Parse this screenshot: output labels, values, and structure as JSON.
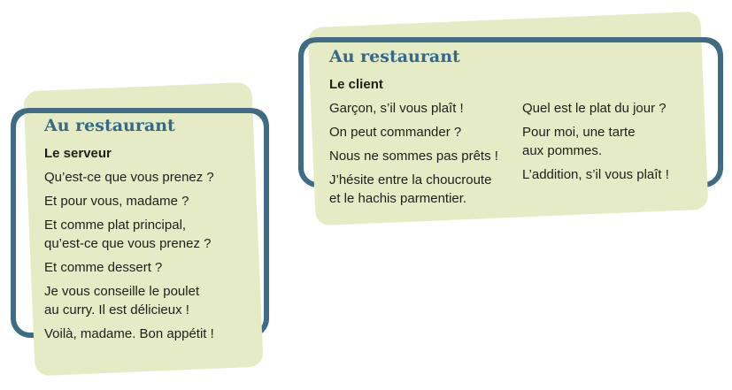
{
  "colors": {
    "background": "#ffffff",
    "paper_green": "#e5ebc4",
    "frame_blue": "#3e6c84",
    "heading_blue": "#35698a",
    "text_dark": "#1e1e1c"
  },
  "cards": [
    {
      "title": "Au restaurant",
      "speaker": "Le serveur",
      "columns": [
        {
          "paragraphs": [
            [
              "Qu’est-ce que vous prenez ?"
            ],
            [
              "Et pour vous, madame ?"
            ],
            [
              "Et comme plat principal,",
              "qu’est-ce que vous prenez ?"
            ],
            [
              "Et comme dessert ?"
            ],
            [
              "Je vous conseille le poulet",
              "au curry. Il est délicieux !"
            ],
            [
              "Voilà, madame. Bon appétit !"
            ]
          ]
        }
      ]
    },
    {
      "title": "Au restaurant",
      "speaker": "Le client",
      "columns": [
        {
          "paragraphs": [
            [
              "Garçon, s’il vous plaît !"
            ],
            [
              "On peut commander ?"
            ],
            [
              "Nous ne sommes pas prêts !"
            ],
            [
              "J’hésite entre la choucroute",
              "et le hachis parmentier."
            ]
          ]
        },
        {
          "paragraphs": [
            [
              "Quel est le plat du jour ?"
            ],
            [
              "Pour moi, une tarte",
              "aux pommes."
            ],
            [
              "L’addition, s’il vous plaît !"
            ]
          ]
        }
      ]
    }
  ]
}
